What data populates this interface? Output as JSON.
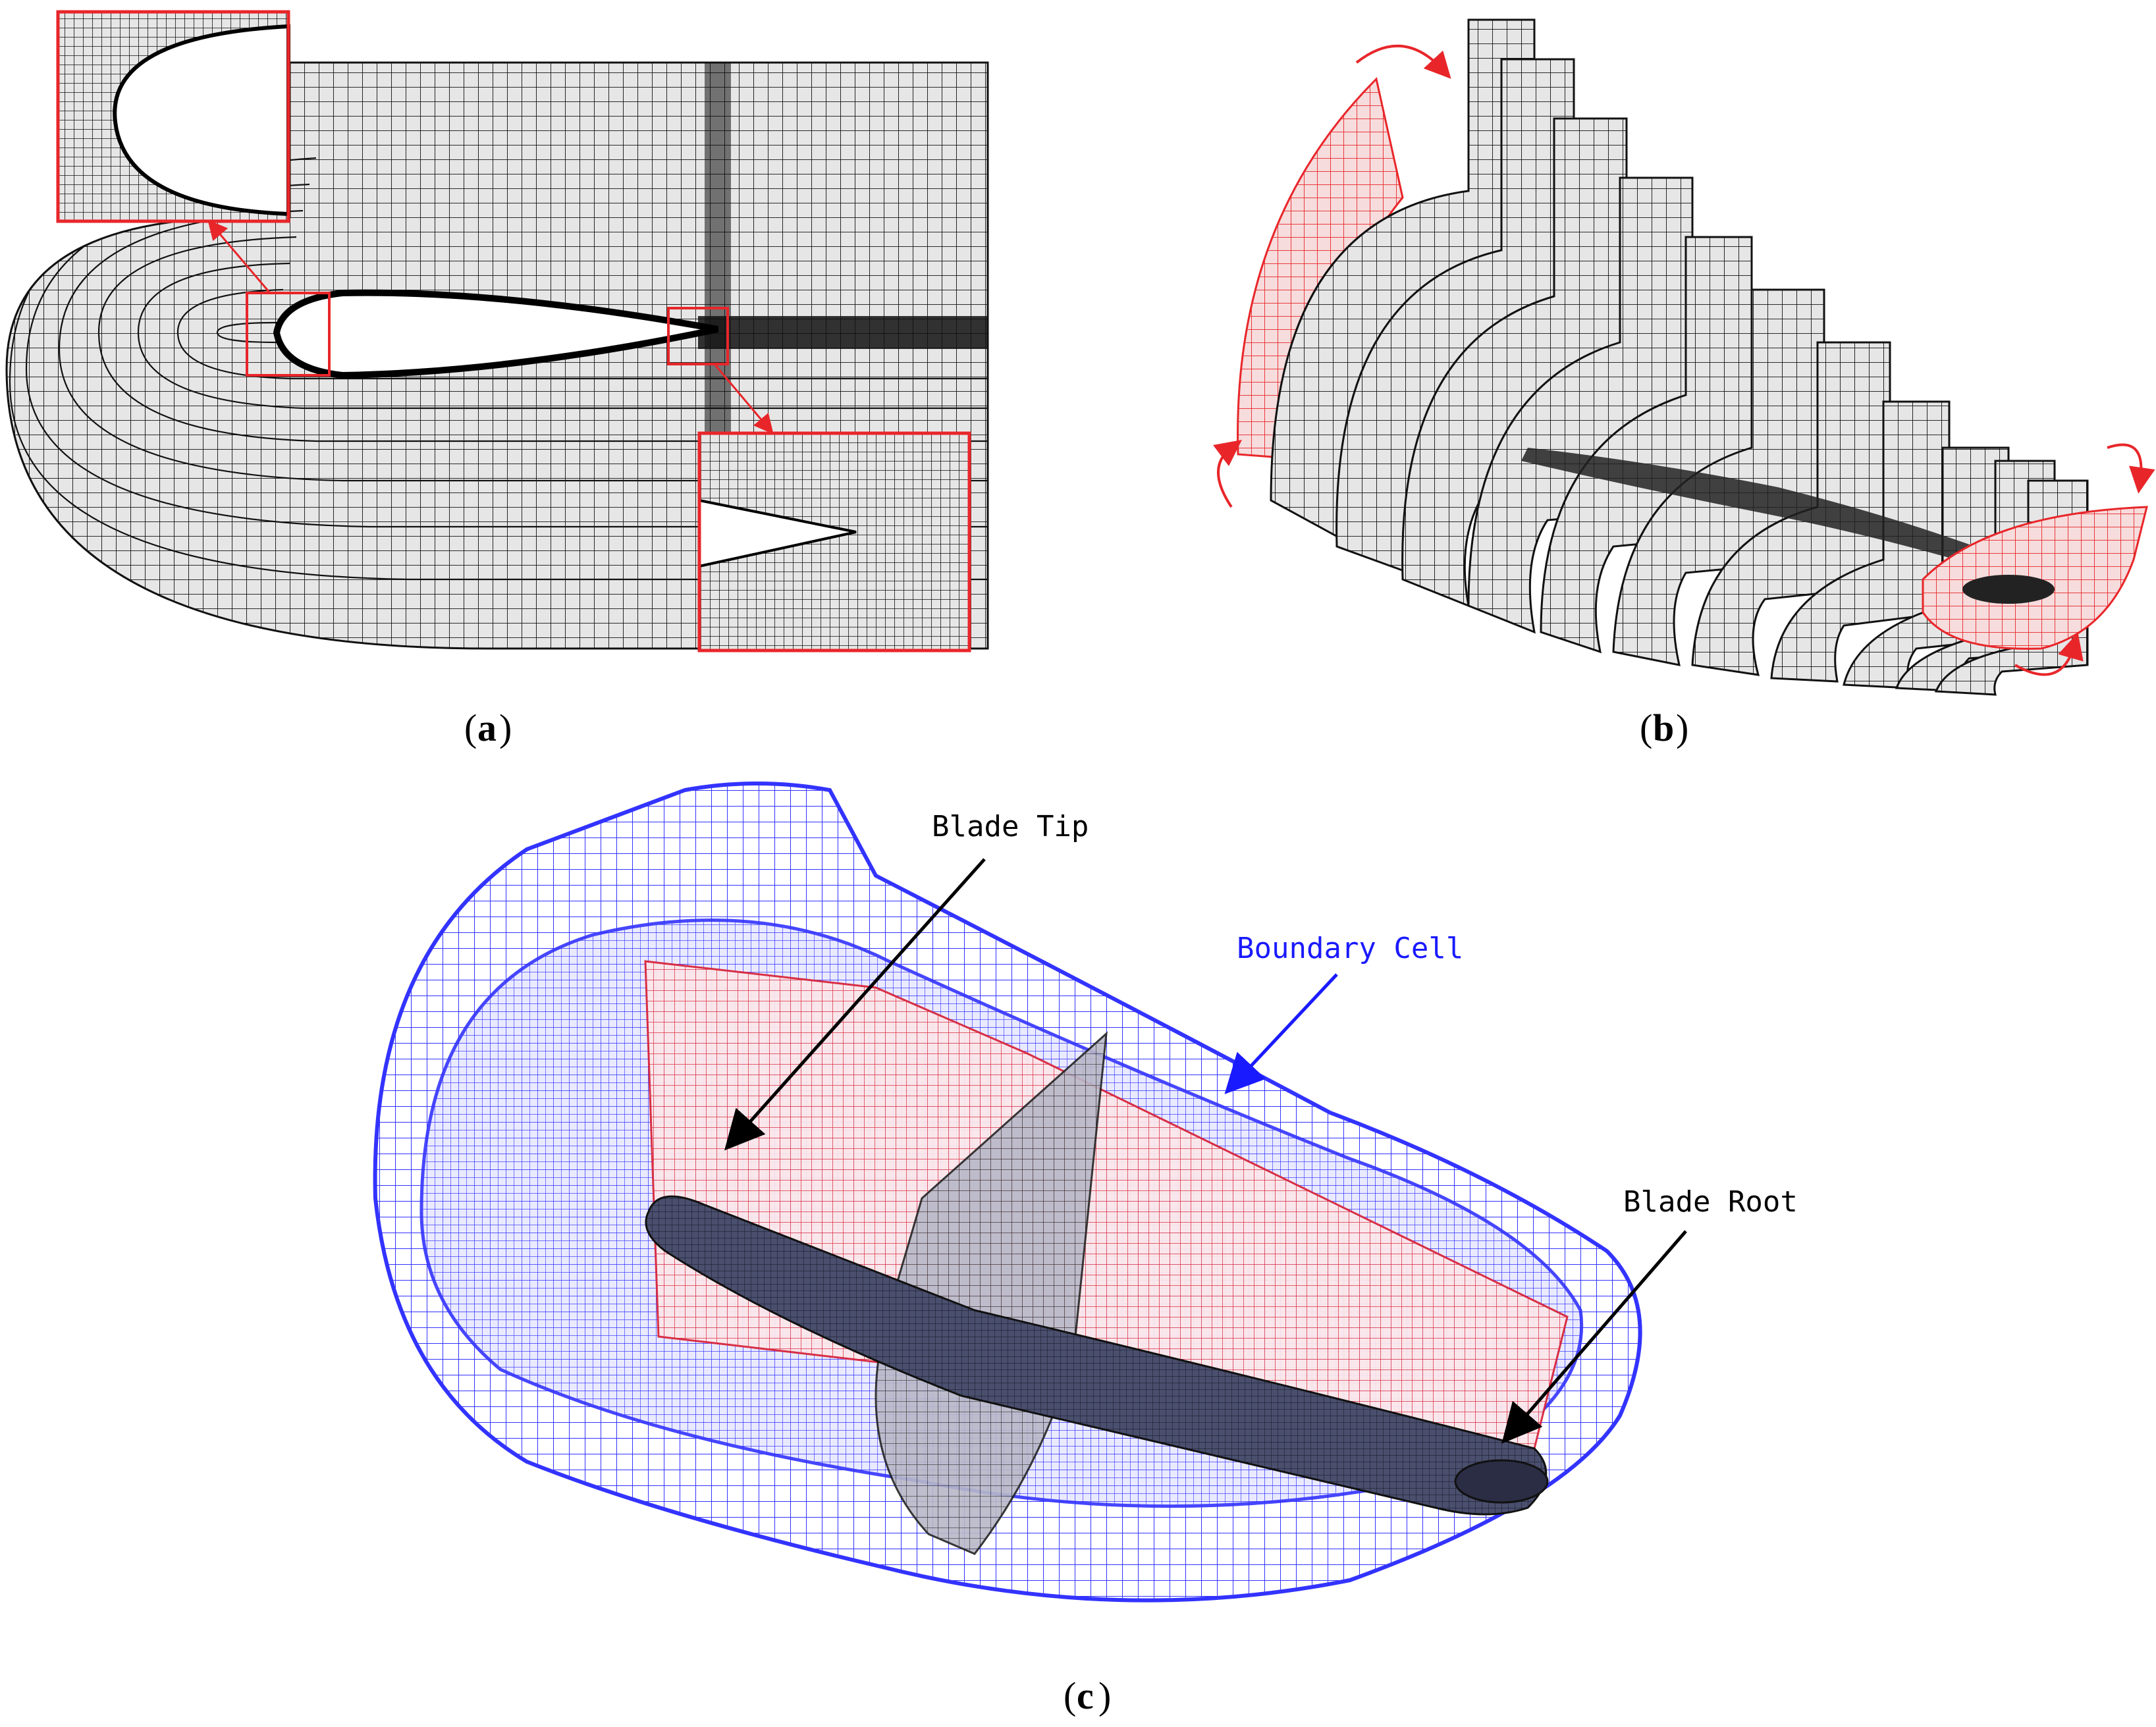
{
  "panels": [
    {
      "id": "a",
      "caption": "a",
      "description_visible": false
    },
    {
      "id": "b",
      "caption": "b"
    },
    {
      "id": "c",
      "caption": "c"
    }
  ],
  "annotations": {
    "blade_tip": "Blade Tip",
    "blade_root": "Blade Root",
    "boundary_cell": "Boundary Cell"
  },
  "colors": {
    "mesh": "#111111",
    "mesh_fill": "#d9d9d9",
    "highlight": "#e8262a",
    "boundary": "#3333ff",
    "inner_block": "#d9263c",
    "blade": "#3a3f5c"
  }
}
